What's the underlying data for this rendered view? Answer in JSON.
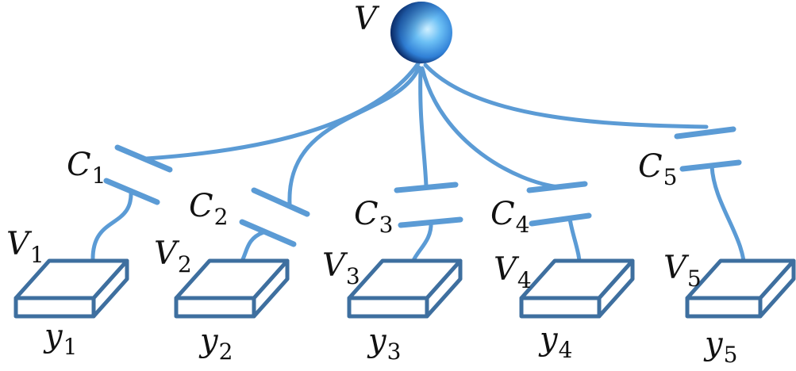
{
  "source": {
    "label": "V"
  },
  "capacitors": [
    {
      "name": "C",
      "sub": "1"
    },
    {
      "name": "C",
      "sub": "2"
    },
    {
      "name": "C",
      "sub": "3"
    },
    {
      "name": "C",
      "sub": "4"
    },
    {
      "name": "C",
      "sub": "5"
    }
  ],
  "nodes": [
    {
      "voltage": "V",
      "voltage_sub": "1",
      "output": "y",
      "output_sub": "1"
    },
    {
      "voltage": "V",
      "voltage_sub": "2",
      "output": "y",
      "output_sub": "2"
    },
    {
      "voltage": "V",
      "voltage_sub": "3",
      "output": "y",
      "output_sub": "3"
    },
    {
      "voltage": "V",
      "voltage_sub": "4",
      "output": "y",
      "output_sub": "4"
    },
    {
      "voltage": "V",
      "voltage_sub": "5",
      "output": "y",
      "output_sub": "5"
    }
  ],
  "colors": {
    "wire": "#5b9bd5",
    "box_stroke": "#3e6f9f",
    "sphere_dark": "#0a2a66",
    "sphere_light": "#8fd3ff"
  }
}
